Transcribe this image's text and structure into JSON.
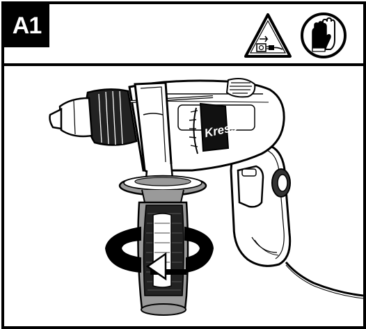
{
  "header": {
    "badge_label": "A1",
    "warning_icon": "unplug-warning-icon",
    "gloves_icon": "protective-gloves-icon"
  },
  "illustration": {
    "brand_label": "Kress",
    "subject": "impact-drill-with-side-handle",
    "rotation_arrow": "rotate-handle-arrow-icon"
  },
  "colors": {
    "ink": "#000000",
    "paper": "#ffffff",
    "handle_grey": "#9a9a9a",
    "grip_dark": "#222222"
  }
}
